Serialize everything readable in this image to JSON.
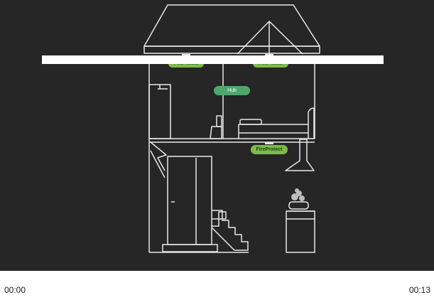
{
  "video": {
    "labels": {
      "fireprotect_attic_left": "FireProtect",
      "fireprotect_attic_right": "FireProtect",
      "hub": "Hub",
      "fireprotect_kitchen": "FireProtect"
    },
    "colors": {
      "background": "#262626",
      "line": "#e8e8e8",
      "badge_fireprotect": "#7dbb4a",
      "badge_hub": "#4fa86b",
      "overlay_bar": "#ffffff"
    }
  },
  "controls": {
    "current_time": "00:00",
    "duration": "00:13"
  }
}
